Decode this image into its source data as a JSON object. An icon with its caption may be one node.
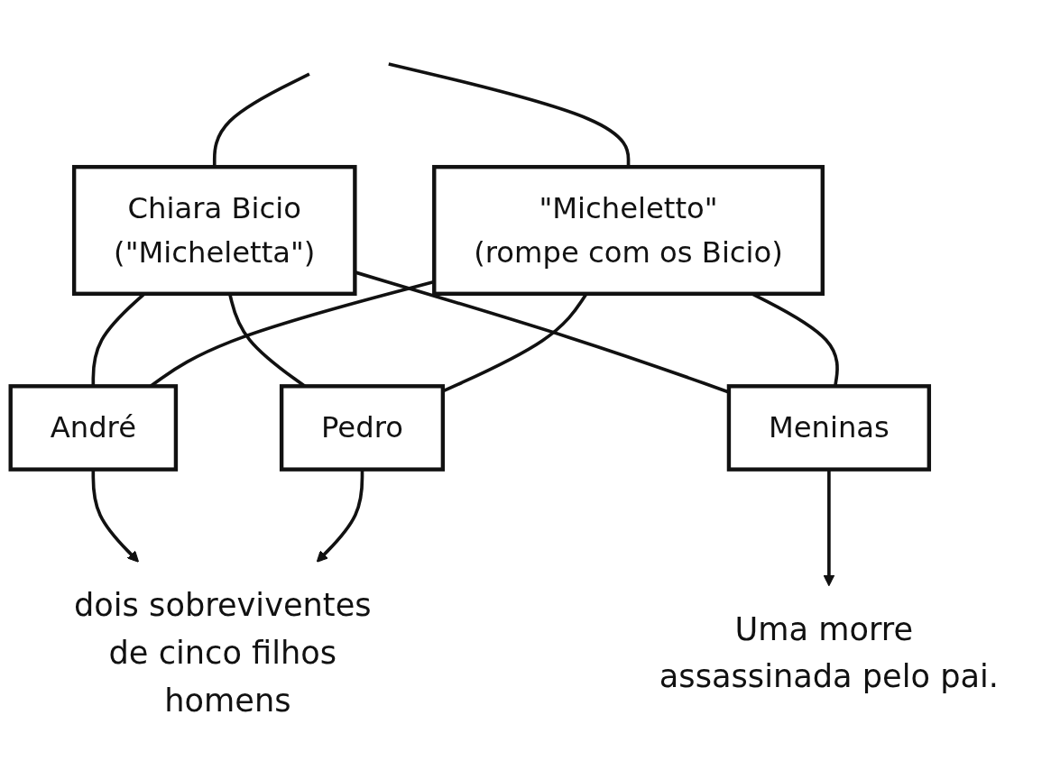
{
  "diagram": {
    "nodes": [
      {
        "text": [
          "Chiara Bicio",
          "(\"Micheletta\")"
        ]
      },
      {
        "text": [
          "\"Micheletto\"",
          "(rompe com os Bicio)"
        ]
      },
      {
        "text": [
          "André"
        ]
      },
      {
        "text": [
          "Pedro"
        ]
      },
      {
        "text": [
          "Meninas"
        ]
      },
      {
        "text": [
          "dois sobreviventes de cinco filhos homens"
        ]
      },
      {
        "text": [
          "Uma morre assassinada pelo pai."
        ]
      }
    ],
    "edges": [
      {
        "from": null,
        "to": 0,
        "arrow": "none"
      },
      {
        "from": null,
        "to": 1,
        "arrow": "none"
      },
      {
        "from": 0,
        "to": 2,
        "arrow": "none"
      },
      {
        "from": 0,
        "to": 3,
        "arrow": "none"
      },
      {
        "from": 0,
        "to": 4,
        "arrow": "none"
      },
      {
        "from": 1,
        "to": 2,
        "arrow": "none"
      },
      {
        "from": 1,
        "to": 3,
        "arrow": "none"
      },
      {
        "from": 1,
        "to": 4,
        "arrow": "none"
      },
      {
        "from": 2,
        "to": 5,
        "arrow": "to"
      },
      {
        "from": 3,
        "to": 5,
        "arrow": "to"
      },
      {
        "from": 4,
        "to": 6,
        "arrow": "to"
      }
    ]
  }
}
